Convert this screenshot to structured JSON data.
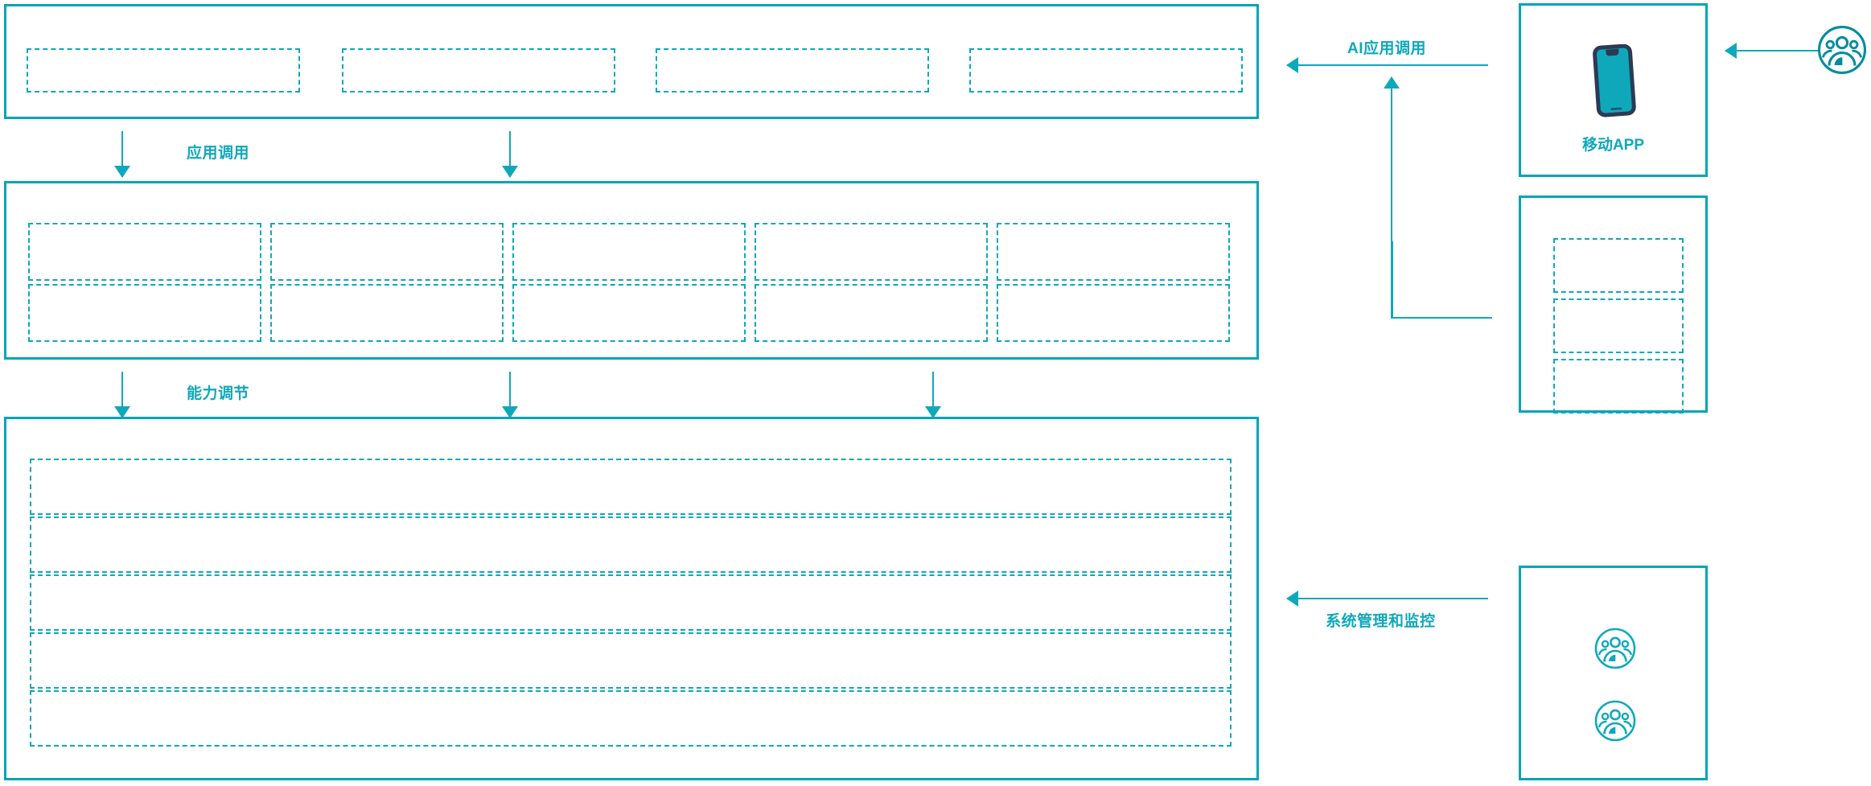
{
  "diagram": {
    "accent_color": "#0fa8bb",
    "panel_border_color": "#00a5b8",
    "icon_dark_color": "#2b3a55",
    "background": "#ffffff"
  },
  "layers": {
    "application_layer": {
      "name": "application-layer-panel",
      "boxes": [
        {
          "label": ""
        },
        {
          "label": ""
        },
        {
          "label": ""
        },
        {
          "label": ""
        }
      ]
    },
    "capability_layer": {
      "name": "capability-layer-panel",
      "rows": [
        [
          {
            "label": ""
          },
          {
            "label": ""
          },
          {
            "label": ""
          },
          {
            "label": ""
          },
          {
            "label": ""
          }
        ],
        [
          {
            "label": ""
          },
          {
            "label": ""
          },
          {
            "label": ""
          },
          {
            "label": ""
          },
          {
            "label": ""
          }
        ]
      ]
    },
    "infrastructure_layer": {
      "name": "infrastructure-layer-panel",
      "rows": [
        {
          "label": ""
        },
        {
          "label": ""
        },
        {
          "label": ""
        },
        {
          "label": ""
        },
        {
          "label": ""
        }
      ]
    }
  },
  "connectors": {
    "application_call": {
      "label": "应用调用",
      "direction": "down",
      "arrow_count": 2
    },
    "capability_adjust": {
      "label": "能力调节",
      "direction": "down",
      "arrow_count": 3
    },
    "ai_application_call": {
      "label": "AI应用调用",
      "direction": "left"
    },
    "system_management": {
      "label": "系统管理和监控",
      "direction": "left"
    }
  },
  "right_column": {
    "mobile_panel": {
      "name": "mobile-app-panel",
      "caption": "移动APP",
      "icon": "smartphone-icon"
    },
    "channels_panel": {
      "name": "channels-panel",
      "boxes": [
        {
          "label": ""
        },
        {
          "label": ""
        },
        {
          "label": ""
        }
      ]
    },
    "operators_panel": {
      "name": "operators-panel",
      "icons": [
        {
          "icon": "user-group-icon",
          "label": ""
        },
        {
          "icon": "user-group-icon",
          "label": ""
        }
      ]
    },
    "external_user": {
      "name": "external-user-icon",
      "icon": "user-group-icon",
      "label": ""
    }
  }
}
